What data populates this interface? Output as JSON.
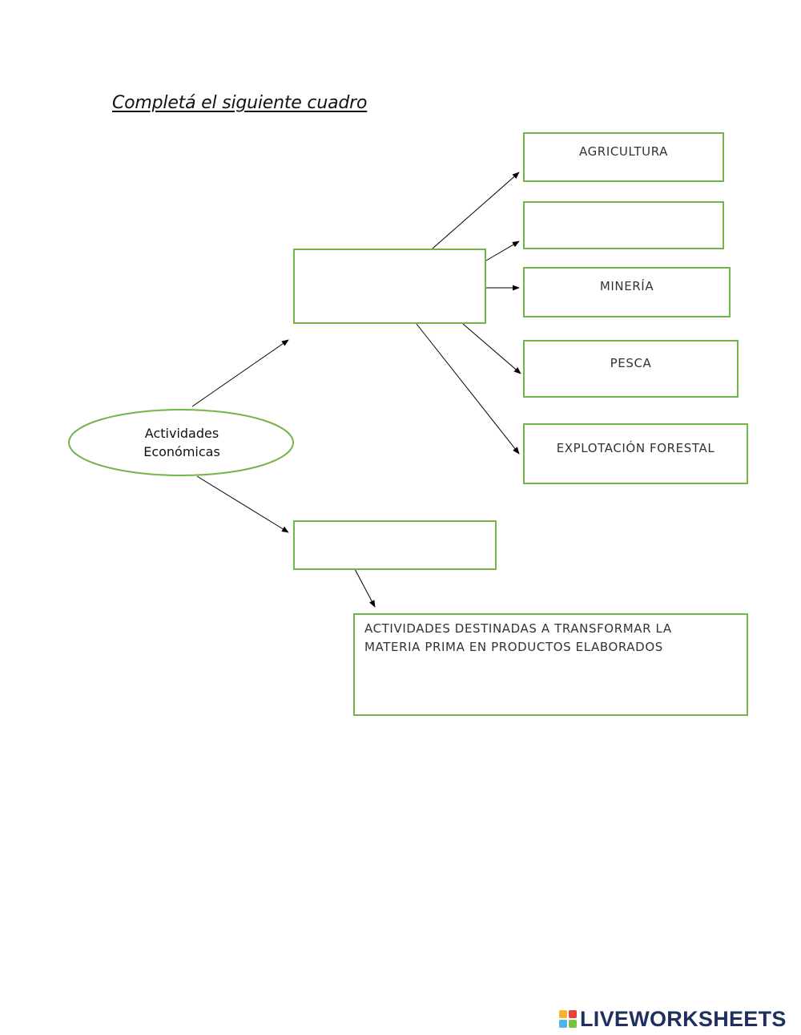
{
  "title": "Completá el siguiente cuadro",
  "root_node": {
    "line1": "Actividades",
    "line2": "Económicas"
  },
  "primary_box": {
    "value": ""
  },
  "sub_boxes": [
    {
      "label": "AGRICULTURA"
    },
    {
      "label": ""
    },
    {
      "label": "MINERÍA"
    },
    {
      "label": "PESCA"
    },
    {
      "label": "EXPLOTACIÓN FORESTAL"
    }
  ],
  "secondary_box": {
    "value": ""
  },
  "description": {
    "line1": "ACTIVIDADES DESTINADAS A TRANSFORMAR LA",
    "line2": "MATERIA PRIMA EN PRODUCTOS ELABORADOS"
  },
  "brand": {
    "text": "LIVEWORKSHEETS"
  },
  "colors": {
    "box_border": "#71b548",
    "arrow": "#000000",
    "brand_text": "#1f2f5e",
    "logo": [
      "#f7b52c",
      "#e8413d",
      "#4fb4e6",
      "#7cc242"
    ]
  }
}
